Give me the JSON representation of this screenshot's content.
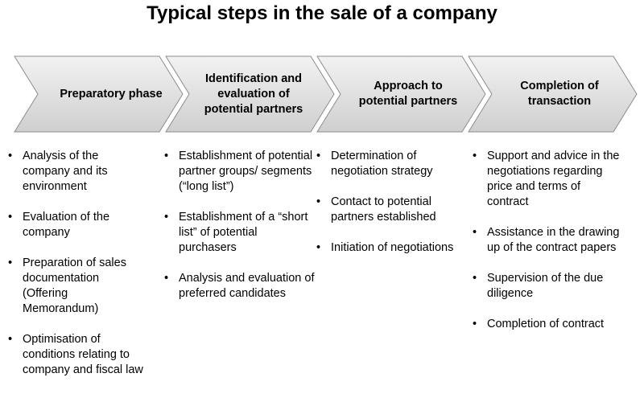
{
  "title": "Typical steps in the sale of a company",
  "phases": [
    {
      "label": "Preparatory phase",
      "bullets": [
        "Analysis of the company and its environment",
        "Evaluation of the company",
        "Preparation of sales documentation (Offering Memorandum)",
        "Optimisation of conditions relating to company and fiscal law"
      ]
    },
    {
      "label": "Identification and evaluation of potential partners",
      "bullets": [
        "Establishment of potential partner groups/ segments (“long list”)",
        "Establishment of a “short list” of potential purchasers",
        "Analysis and evaluation of preferred candidates"
      ]
    },
    {
      "label": "Approach to potential partners",
      "bullets": [
        "Determination of negotiation strategy",
        "Contact to potential partners established",
        "Initiation of negotiations"
      ]
    },
    {
      "label": "Completion of transaction",
      "bullets": [
        "Support and advice in the negotiations regarding price and terms of contract",
        "Assistance in the drawing up of the contract papers",
        "Supervision of the due diligence",
        "Completion of contract"
      ]
    }
  ],
  "colors": {
    "chevron_fill_light": "#ececec",
    "chevron_fill_dark": "#c8c8c8",
    "chevron_stroke": "#8c8c8c"
  }
}
